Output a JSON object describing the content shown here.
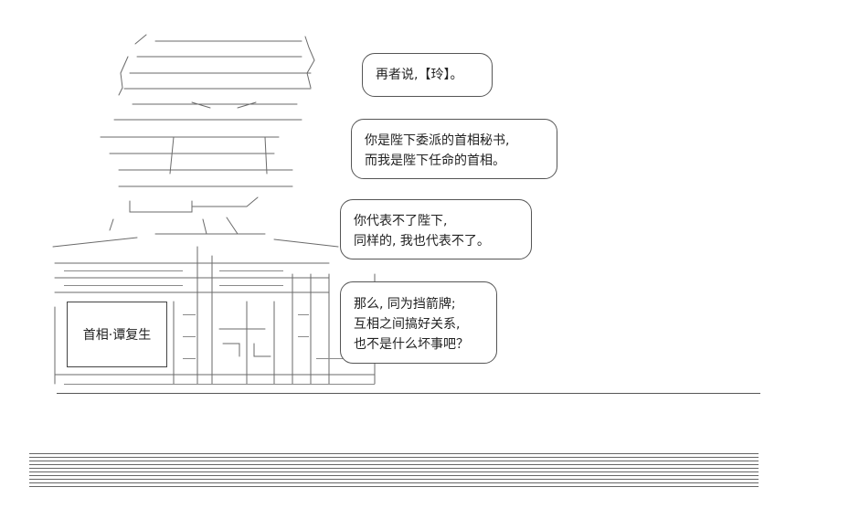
{
  "bubbles": [
    {
      "id": "b1",
      "lines": [
        "再者说,【玲】。"
      ]
    },
    {
      "id": "b2",
      "lines": [
        "你是陛下委派的首相秘书,",
        "而我是陛下任命的首相。"
      ]
    },
    {
      "id": "b3",
      "lines": [
        "你代表不了陛下,",
        "同样的, 我也代表不了。"
      ]
    },
    {
      "id": "b4",
      "lines": [
        "那么, 同为挡箭牌;",
        "互相之间搞好关系,",
        "也不是什么坏事吧？"
      ]
    }
  ],
  "nameplate": {
    "label": "首相·谭复生"
  },
  "colors": {
    "ink": "#222222",
    "line": "#555555",
    "background": "#ffffff"
  }
}
